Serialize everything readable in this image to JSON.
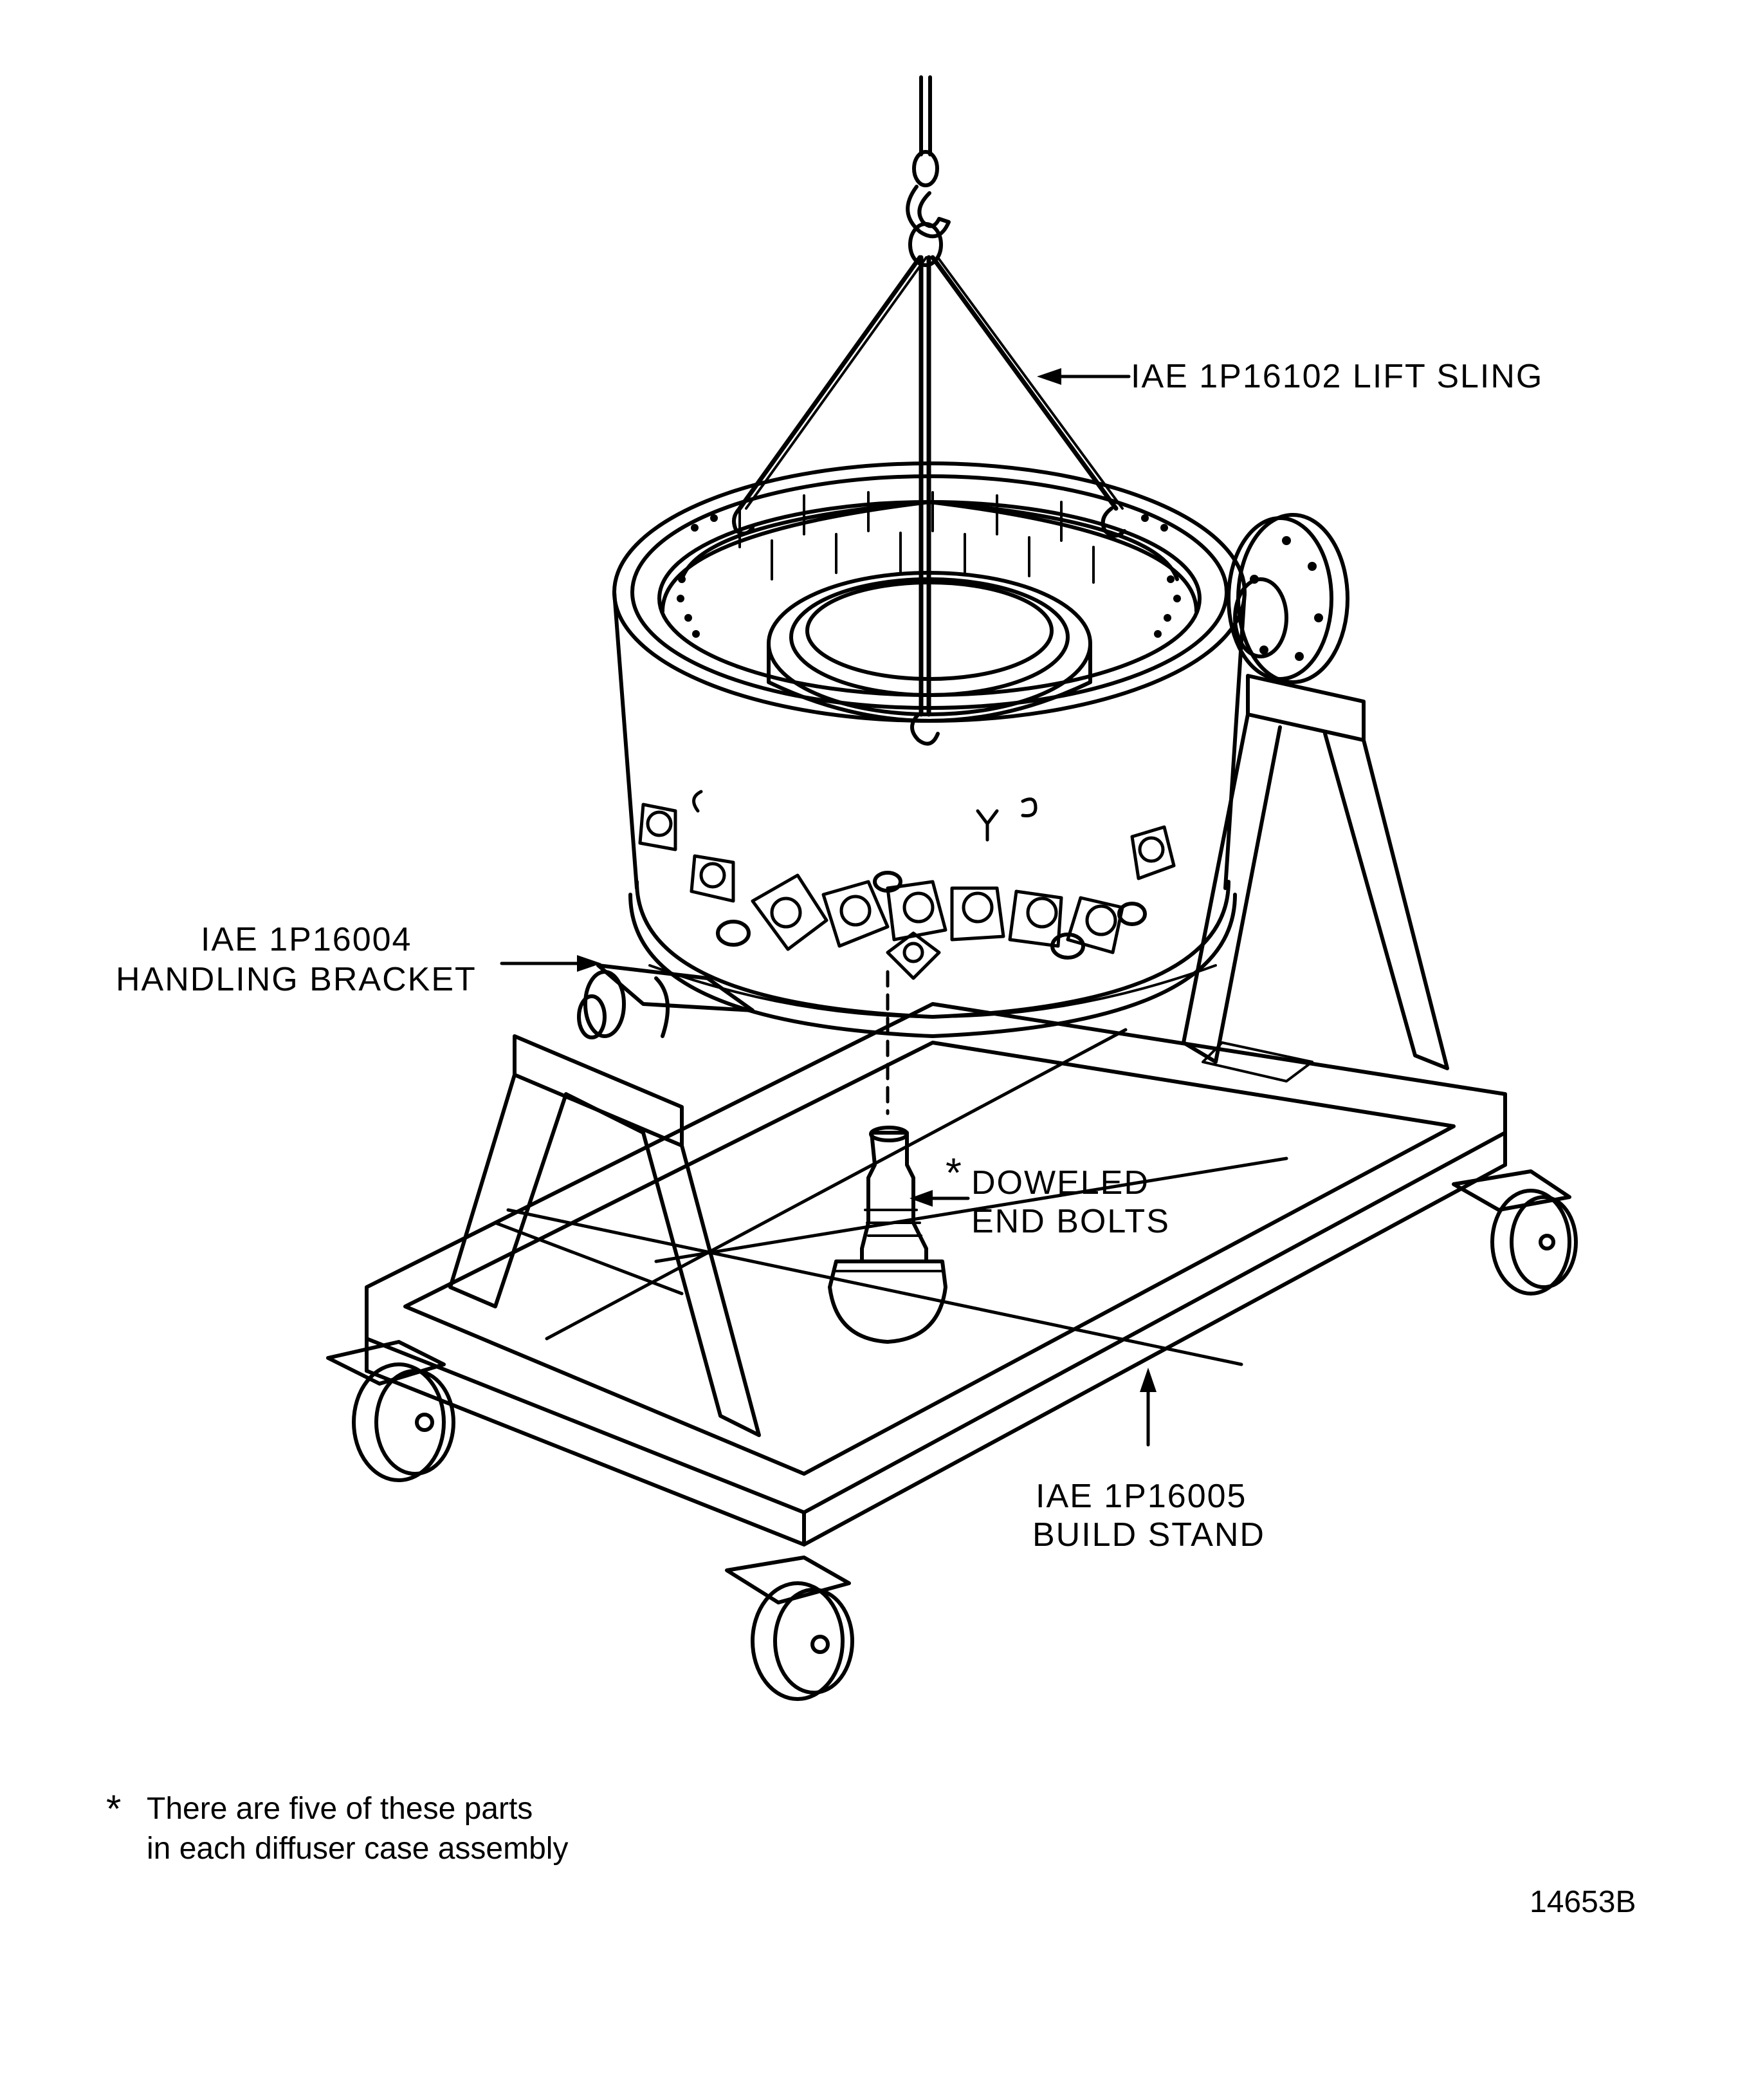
{
  "labels": {
    "lift_sling": "IAE 1P16102 LIFT SLING",
    "handling_bracket_line1": "IAE 1P16004",
    "handling_bracket_line2": "HANDLING BRACKET",
    "doweled_line1": "DOWELED",
    "doweled_line2": "END BOLTS",
    "build_stand_line1": "IAE 1P16005",
    "build_stand_line2": "BUILD STAND",
    "asterisk": "*"
  },
  "footnote": {
    "marker": "*",
    "line1": "There are five of these parts",
    "line2": "in each diffuser case assembly"
  },
  "figure_number": "14653B",
  "icons": [
    "lift-hook-icon",
    "caster-wheel-icon",
    "doweled-bolt-icon"
  ]
}
